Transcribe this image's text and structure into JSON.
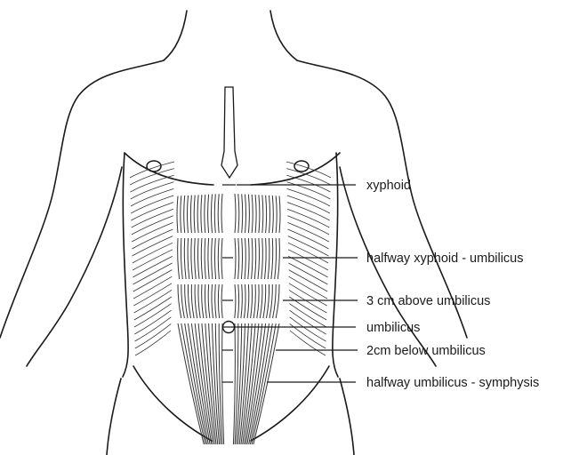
{
  "diagram": {
    "subject": "anterior-abdominal-wall",
    "colors": {
      "outline": "#1a1a1a",
      "fiber": "#333333",
      "background": "#ffffff"
    },
    "labels": [
      "xyphoid",
      "halfway xyphoid - umbilicus",
      "3 cm above umbilicus",
      "umbilicus",
      "2cm below umbilicus",
      "halfway umbilicus - symphysis"
    ]
  }
}
